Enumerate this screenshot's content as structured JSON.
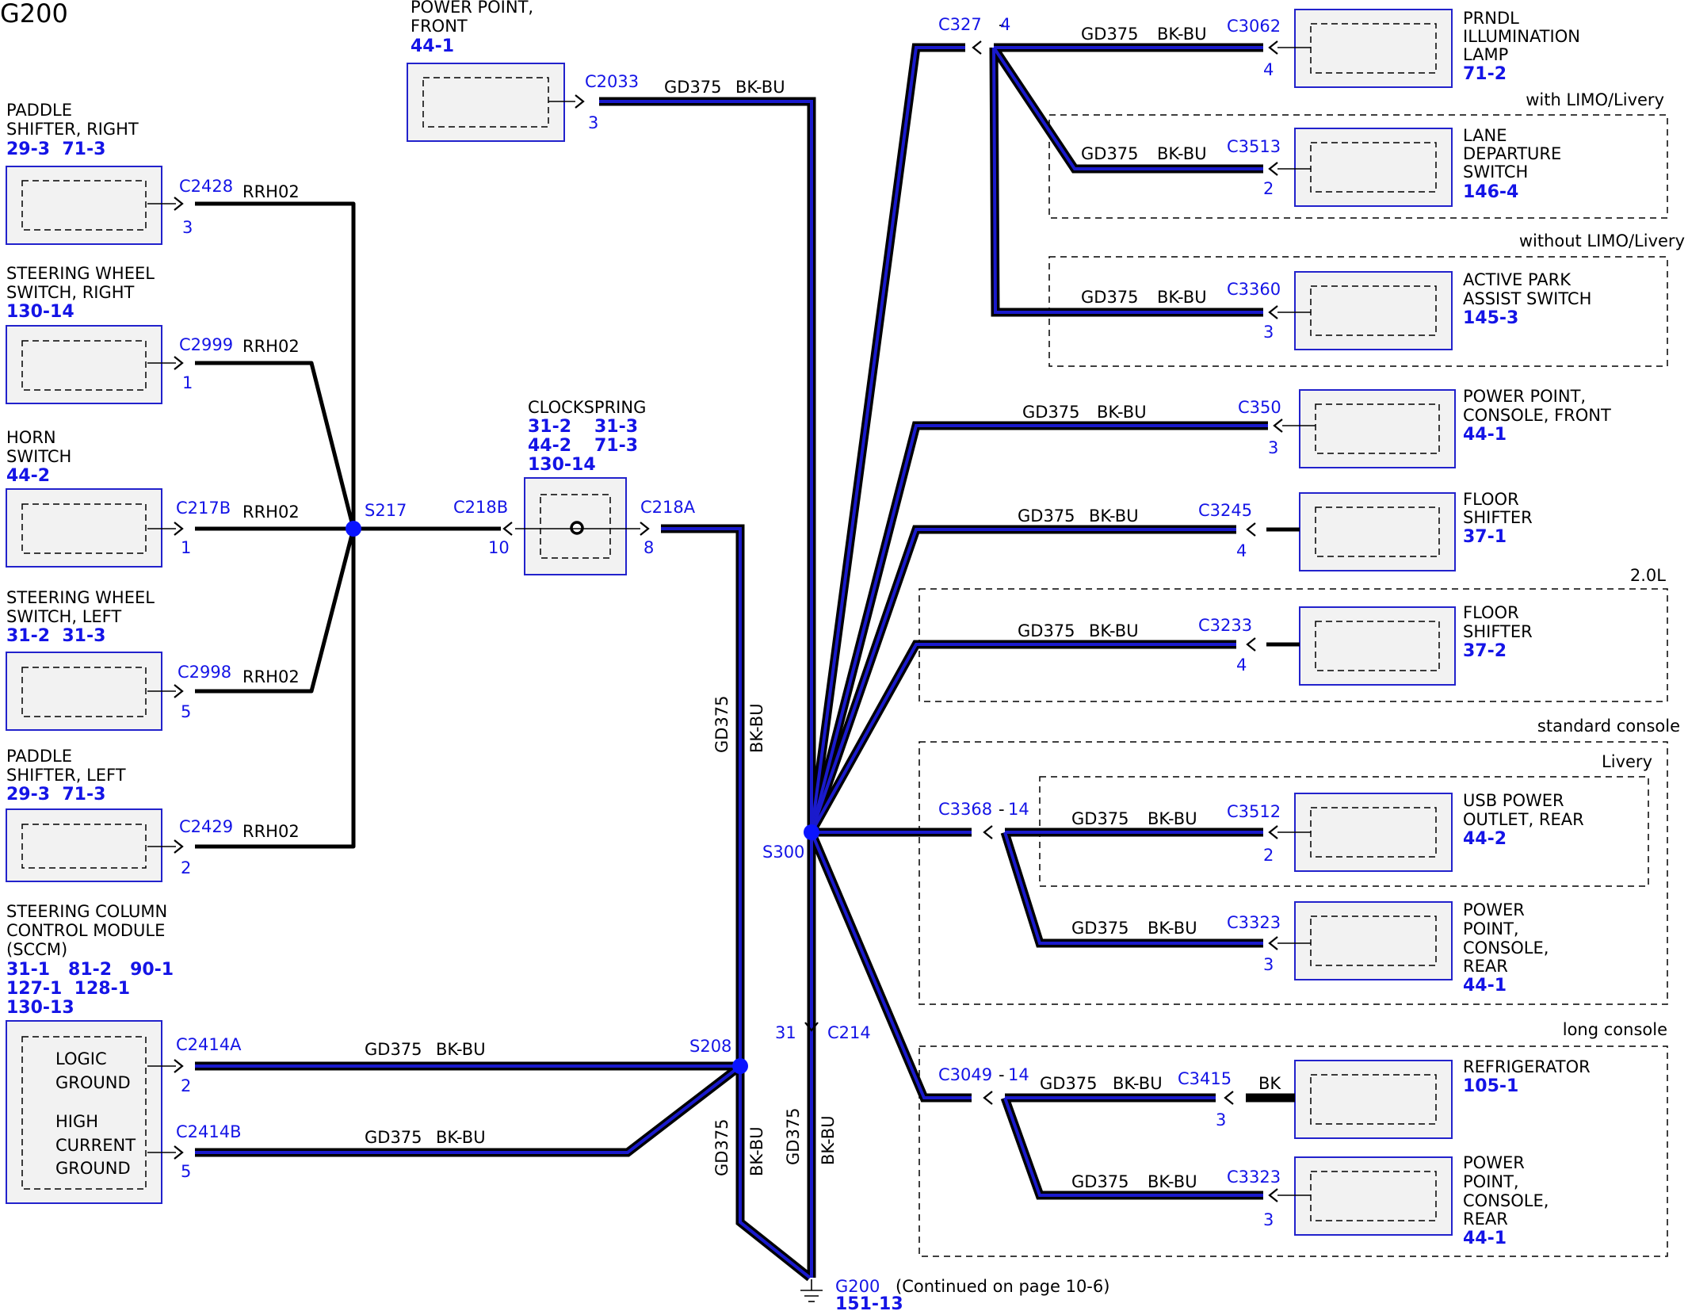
{
  "title": "G200",
  "wires": {
    "gd": "GD375",
    "bkbu": "BK-BU",
    "rrh": "RRH02",
    "bk": "BK"
  },
  "left": {
    "paddle_right": {
      "l1": "PADDLE",
      "l2": "SHIFTER, RIGHT",
      "refs": "29-3  71-3",
      "conn": "C2428",
      "pin": "3"
    },
    "sw_right": {
      "l1": "STEERING WHEEL",
      "l2": "SWITCH, RIGHT",
      "refs": "130-14",
      "conn": "C2999",
      "pin": "1"
    },
    "horn": {
      "l1": "HORN",
      "l2": "SWITCH",
      "refs": "44-2",
      "conn": "C217B",
      "pin": "1"
    },
    "sw_left": {
      "l1": "STEERING WHEEL",
      "l2": "SWITCH, LEFT",
      "refs": "31-2  31-3",
      "conn": "C2998",
      "pin": "5"
    },
    "paddle_left": {
      "l1": "PADDLE",
      "l2": "SHIFTER, LEFT",
      "refs": "29-3  71-3",
      "conn": "C2429",
      "pin": "2"
    },
    "sccm": {
      "l1": "STEERING COLUMN",
      "l2": "CONTROL MODULE",
      "l3": "(SCCM)",
      "r1": "31-1   81-2   90-1",
      "r2": "127-1  128-1",
      "r3": "130-13",
      "logic1": "LOGIC",
      "logic2": "GROUND",
      "high1": "HIGH",
      "high2": "CURRENT",
      "high3": "GROUND",
      "conn_a": "C2414A",
      "pin_a": "2",
      "conn_b": "C2414B",
      "pin_b": "5"
    }
  },
  "splices": {
    "s217": "S217",
    "s208": "S208",
    "s300": "S300"
  },
  "clockspring": {
    "label": "CLOCKSPRING",
    "r1a": "31-2",
    "r1b": "31-3",
    "r2a": "44-2",
    "r2b": "71-3",
    "r3": "130-14",
    "conn_b": "C218B",
    "pin_b": "10",
    "conn_a": "C218A",
    "pin_a": "8"
  },
  "pp_front": {
    "l1": "POWER POINT,",
    "l2": "FRONT",
    "ref": "44-1",
    "conn": "C2033",
    "pin": "3"
  },
  "c214": {
    "conn": "C214",
    "pin": "31"
  },
  "g200": {
    "name": "G200",
    "note": "(Continued on page 10-6)",
    "ref": "151-13"
  },
  "right": {
    "c327": "C327",
    "c327_pin": "4",
    "prndl": {
      "l1": "PRNDL",
      "l2": "ILLUMINATION",
      "l3": "LAMP",
      "ref": "71-2",
      "conn": "C3062",
      "pin": "4"
    },
    "limo_label": "with LIMO/Livery",
    "lane": {
      "l1": "LANE",
      "l2": "DEPARTURE",
      "l3": "SWITCH",
      "ref": "146-4",
      "conn": "C3513",
      "pin": "2"
    },
    "nolimo_label": "without LIMO/Livery",
    "park": {
      "l1": "ACTIVE PARK",
      "l2": "ASSIST SWITCH",
      "ref": "145-3",
      "conn": "C3360",
      "pin": "3"
    },
    "ppc_front": {
      "l1": "POWER POINT,",
      "l2": "CONSOLE, FRONT",
      "ref": "44-1",
      "conn": "C350",
      "pin": "3"
    },
    "floor1": {
      "l1": "FLOOR",
      "l2": "SHIFTER",
      "ref": "37-1",
      "conn": "C3245",
      "pin": "4"
    },
    "engine_label": "2.0L",
    "floor2": {
      "l1": "FLOOR",
      "l2": "SHIFTER",
      "ref": "37-2",
      "conn": "C3233",
      "pin": "4"
    },
    "std_label": "standard console",
    "livery_label": "Livery",
    "c3368": "C3368",
    "c3368_pin": "14",
    "usb": {
      "l1": "USB POWER",
      "l2": "OUTLET, REAR",
      "ref": "44-2",
      "conn": "C3512",
      "pin": "2"
    },
    "ppr1": {
      "l1": "POWER",
      "l2": "POINT,",
      "l3": "CONSOLE,",
      "l4": "REAR",
      "ref": "44-1",
      "conn": "C3323",
      "pin": "3"
    },
    "long_label": "long console",
    "c3049": "C3049",
    "c3049_pin": "14",
    "fridge": {
      "l1": "REFRIGERATOR",
      "ref": "105-1",
      "conn": "C3415",
      "pin": "3"
    },
    "ppr2": {
      "l1": "POWER",
      "l2": "POINT,",
      "l3": "CONSOLE,",
      "l4": "REAR",
      "ref": "44-1",
      "conn": "C3323",
      "pin": "3"
    }
  }
}
